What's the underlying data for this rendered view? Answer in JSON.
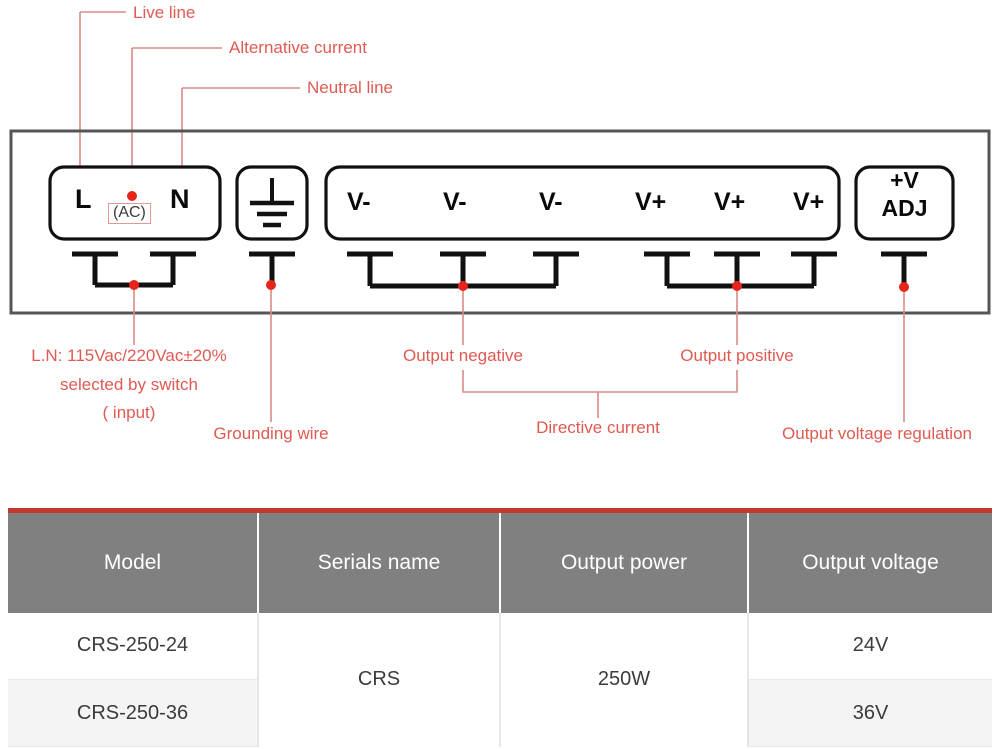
{
  "diagram": {
    "title_annotations": [
      {
        "name": "live-line",
        "text": "Live line"
      },
      {
        "name": "alternative-current",
        "text": "Alternative current"
      },
      {
        "name": "neutral-line",
        "text": "Neutral line"
      }
    ],
    "terminal_blocks": [
      {
        "name": "ac-input-block",
        "labels": [
          "L",
          "N"
        ],
        "tag": "(AC)",
        "pins": 2
      },
      {
        "name": "ground-block",
        "labels": [],
        "symbol": "earth-ground-icon",
        "pins": 1
      },
      {
        "name": "dc-output-block",
        "labels": [
          "V-",
          "V-",
          "V-",
          "V+",
          "V+",
          "V+"
        ],
        "pins": 6
      },
      {
        "name": "voltage-adjust-block",
        "labels": [
          "+V",
          "ADJ"
        ],
        "pins": 1
      }
    ],
    "bottom_annotations": [
      {
        "name": "input-spec",
        "text": "L.N: 115Vac/220Vac±20%"
      },
      {
        "name": "input-spec-line2",
        "text": "selected by switch"
      },
      {
        "name": "input-spec-line3",
        "text": "( input)"
      },
      {
        "name": "grounding-wire",
        "text": "Grounding wire"
      },
      {
        "name": "output-negative",
        "text": "Output negative"
      },
      {
        "name": "output-positive",
        "text": "Output positive"
      },
      {
        "name": "directive-current",
        "text": "Directive current"
      },
      {
        "name": "output-voltage-regulation",
        "text": "Output voltage regulation"
      }
    ],
    "colors": {
      "annotation_red": "#e05a52",
      "leader_line": "#d98b87",
      "marker_dot": "#e8231a",
      "outline_black": "#1a1a1a",
      "enclosure_gray": "#555555"
    }
  },
  "table": {
    "accent_color": "#c0392b",
    "header_bg": "#808080",
    "headers": [
      "Model",
      "Serials name",
      "Output power",
      "Output voltage"
    ],
    "rows": [
      {
        "model": "CRS-250-24",
        "serials_name": "CRS",
        "output_power": "250W",
        "output_voltage": "24V"
      },
      {
        "model": "CRS-250-36",
        "serials_name": "CRS",
        "output_power": "250W",
        "output_voltage": "36V"
      }
    ]
  }
}
